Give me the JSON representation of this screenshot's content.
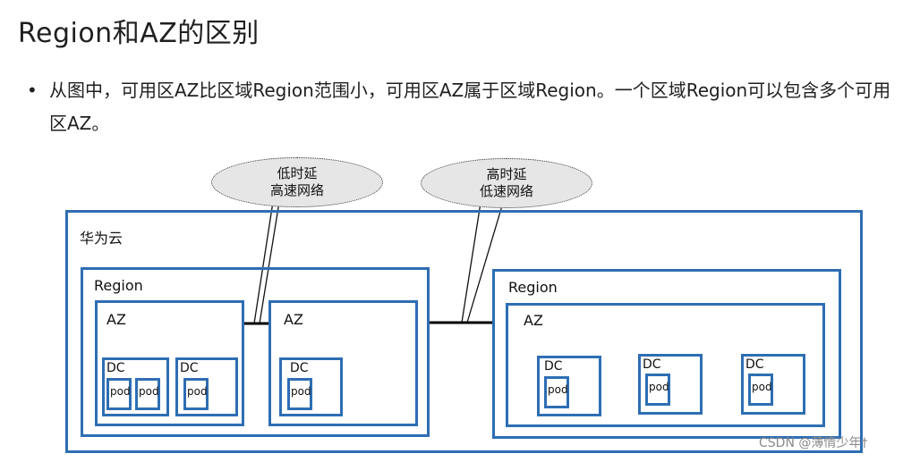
{
  "heading": "Region和AZ的区别",
  "bullet": {
    "marker": "•",
    "text": "从图中，可用区AZ比区域Region范围小，可用区AZ属于区域Region。一个区域Region可以包含多个可用区AZ。"
  },
  "ellipse_left": {
    "line1": "低时延",
    "line2": "高速网络"
  },
  "ellipse_right": {
    "line1": "高时延",
    "line2": "低速网络"
  },
  "cloud_label": "华为云",
  "region_label": "Region",
  "az_label": "AZ",
  "dc_label": "DC",
  "pod_label": "pod",
  "watermark": "CSDN @薄情少年†",
  "colors": {
    "box_border": "#2e6eb3",
    "ellipse_fill": "#e6e6e6",
    "connector": "#000000"
  }
}
